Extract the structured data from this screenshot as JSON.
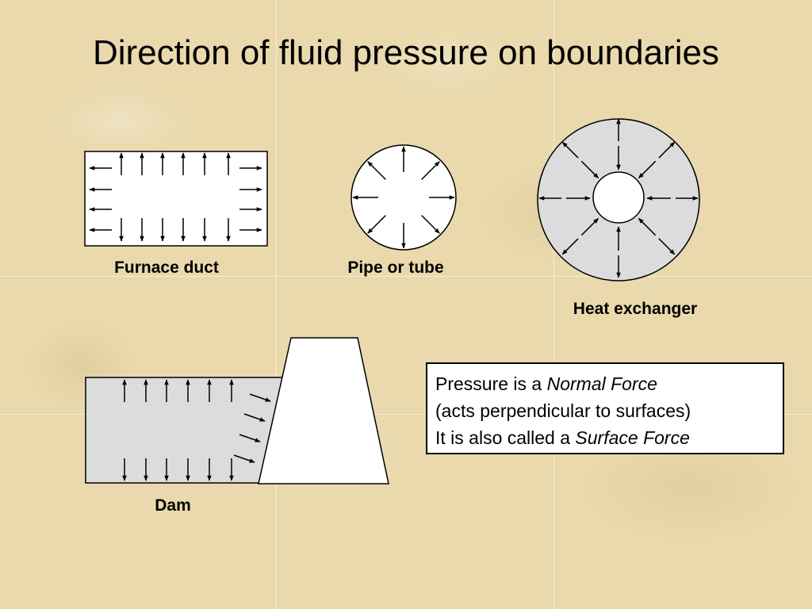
{
  "title": "Direction of fluid pressure on boundaries",
  "labels": {
    "furnace_duct": "Furnace duct",
    "pipe": "Pipe or tube",
    "heat_exchanger": "Heat exchanger",
    "dam": "Dam"
  },
  "info": {
    "line1_prefix": "Pressure is a ",
    "line1_italic": "Normal Force",
    "line2": "(acts perpendicular to surfaces)",
    "line3_prefix": "It is also called a ",
    "line3_italic": "Surface Force"
  },
  "colors": {
    "fluid_fill": "#dcdcdc",
    "solid_fill": "#ffffff",
    "stroke": "#000000"
  }
}
